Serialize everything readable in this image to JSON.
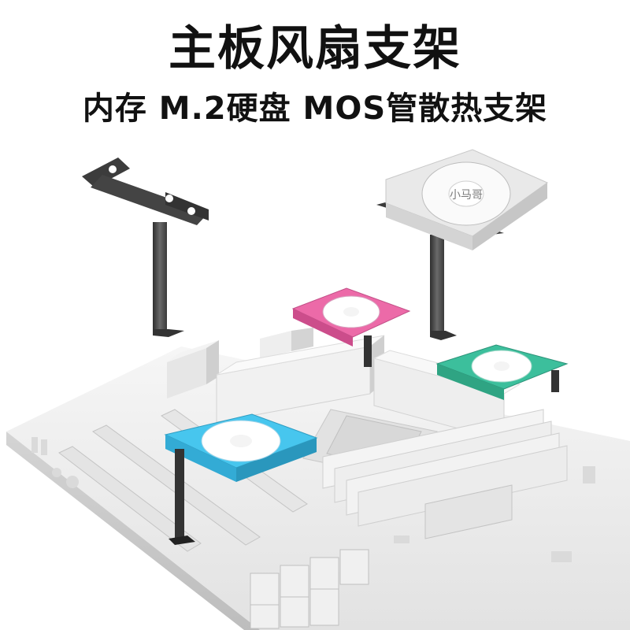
{
  "heading": {
    "title": "主板风扇支架",
    "subtitle": "内存 M.2硬盘 MOS管散热支架"
  },
  "fan_hub_text": "小马哥",
  "fans": [
    {
      "color_name": "white",
      "hex": "#ececec"
    },
    {
      "color_name": "pink",
      "hex": "#ec6aa8"
    },
    {
      "color_name": "teal",
      "hex": "#3cbf9c"
    },
    {
      "color_name": "blue",
      "hex": "#47c6ee"
    }
  ],
  "colors": {
    "bracket": "#4a4a4a",
    "board": "#eeeeee",
    "board_shade": "#d6d6d6",
    "text": "#111111"
  }
}
